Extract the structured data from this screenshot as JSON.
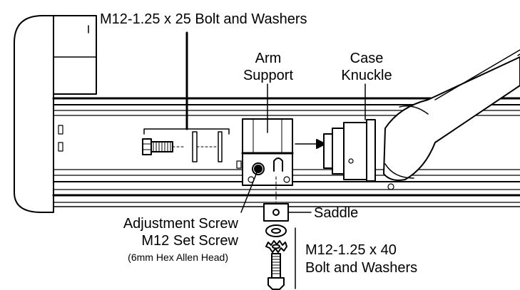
{
  "labels": {
    "top_bolt": "M12-1.25 x 25 Bolt and Washers",
    "arm_support_line1": "Arm",
    "arm_support_line2": "Support",
    "case_knuckle_line1": "Case",
    "case_knuckle_line2": "Knuckle",
    "saddle": "Saddle",
    "adjustment_screw": "Adjustment Screw",
    "set_screw": "M12 Set Screw",
    "hex_note": "(6mm Hex Allen Head)",
    "bottom_bolt_line1": "M12-1.25 x 40",
    "bottom_bolt_line2": "Bolt and Washers"
  },
  "colors": {
    "ink": "#000000",
    "paper": "#ffffff",
    "shade": "#d8d8d8"
  }
}
